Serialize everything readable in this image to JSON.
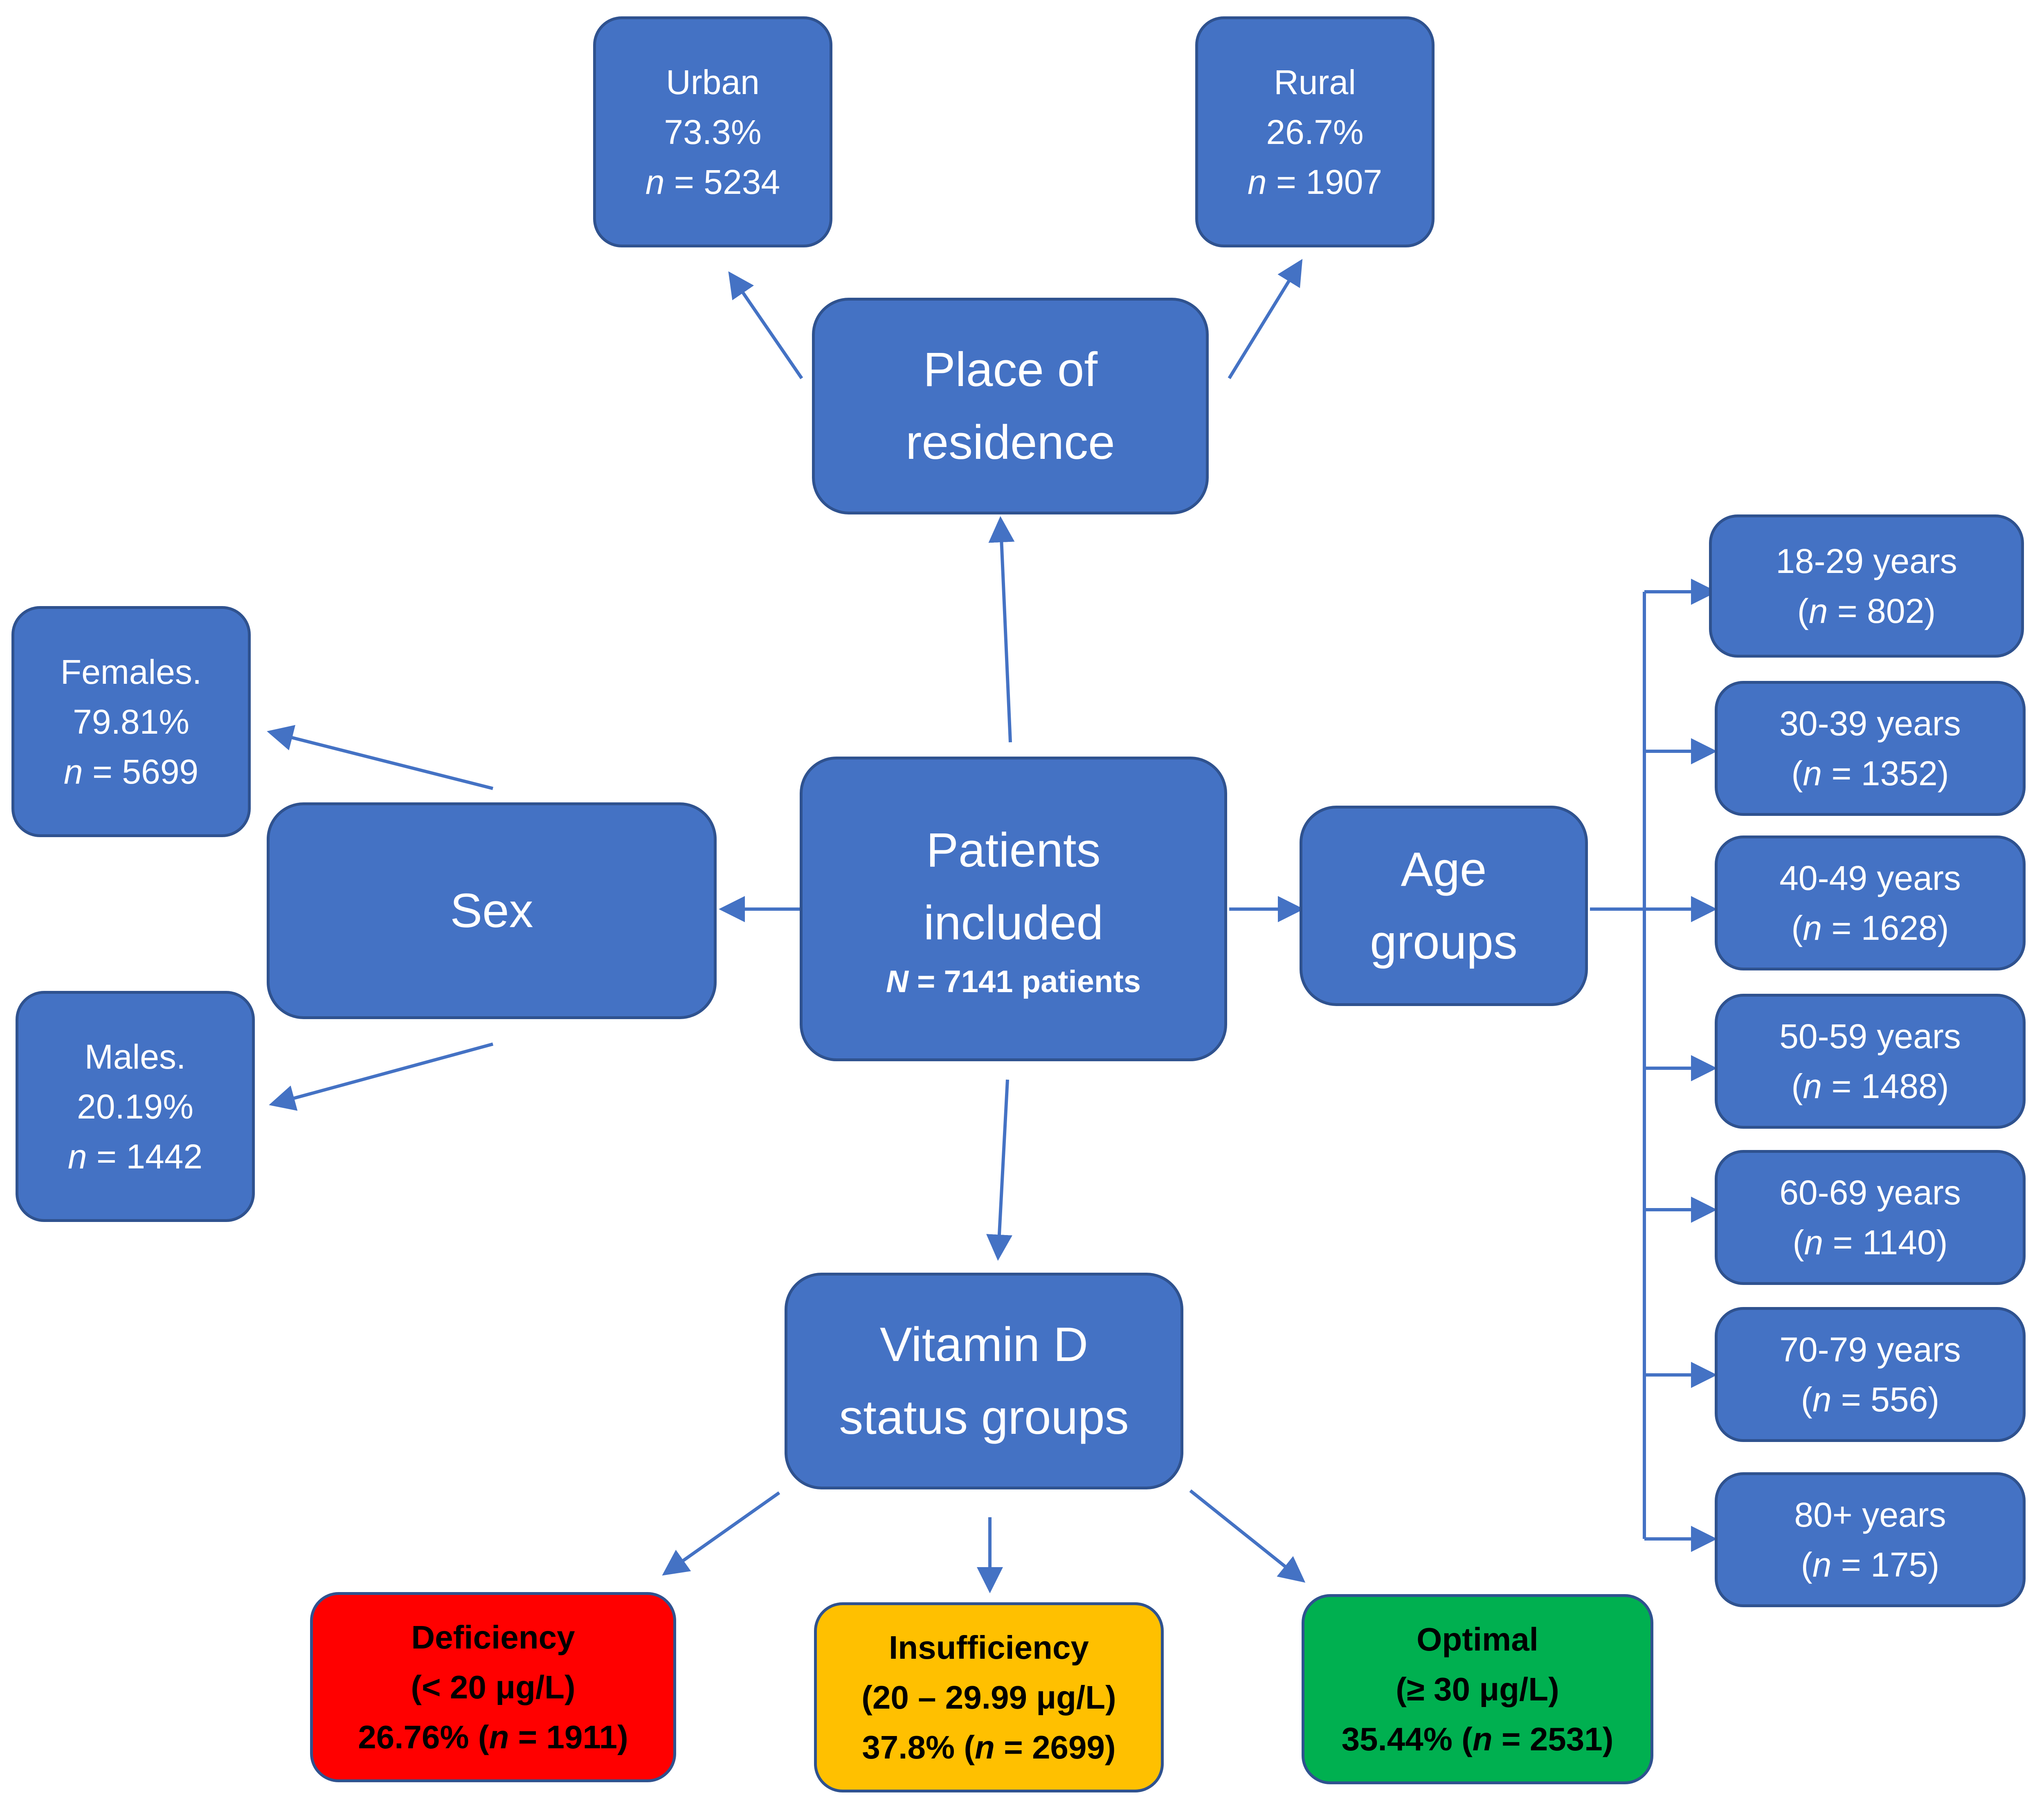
{
  "center": {
    "title_line1": "Patients",
    "title_line2": "included",
    "count_symbol": "N",
    "count_rest": " = 7141 patients"
  },
  "residence": {
    "title_line1": "Place of",
    "title_line2": "residence",
    "urban": {
      "label": "Urban",
      "percent": "73.3%",
      "n_symbol": "n",
      "n_rest": " = 5234"
    },
    "rural": {
      "label": "Rural",
      "percent": "26.7%",
      "n_symbol": "n",
      "n_rest": " = 1907"
    }
  },
  "sex": {
    "title": "Sex",
    "females": {
      "label": "Females.",
      "percent": "79.81%",
      "n_symbol": "n",
      "n_rest": " = 5699"
    },
    "males": {
      "label": "Males.",
      "percent": "20.19%",
      "n_symbol": "n",
      "n_rest": " = 1442"
    }
  },
  "age": {
    "title_line1": "Age",
    "title_line2": "groups",
    "groups": [
      {
        "label": "18-29 years",
        "open": "(",
        "n_symbol": "n",
        "n_rest": " = 802)"
      },
      {
        "label": "30-39 years",
        "open": "(",
        "n_symbol": "n",
        "n_rest": " = 1352)"
      },
      {
        "label": "40-49 years",
        "open": "(",
        "n_symbol": "n",
        "n_rest": " = 1628)"
      },
      {
        "label": "50-59 years",
        "open": "(",
        "n_symbol": "n",
        "n_rest": " = 1488)"
      },
      {
        "label": "60-69 years",
        "open": "(",
        "n_symbol": "n",
        "n_rest": " = 1140)"
      },
      {
        "label": "70-79 years",
        "open": "(",
        "n_symbol": "n",
        "n_rest": " = 556)"
      },
      {
        "label": "80+ years",
        "open": "(",
        "n_symbol": "n",
        "n_rest": " = 175)"
      }
    ]
  },
  "vitamin": {
    "title_line1": "Vitamin D",
    "title_line2": "status groups",
    "deficiency": {
      "label": "Deficiency",
      "range": "(< 20 μg/L)",
      "pct": "26.76% (",
      "n_symbol": "n",
      "n_rest": " = 1911)"
    },
    "insufficiency": {
      "label": "Insufficiency",
      "range": "(20 – 29.99 μg/L)",
      "pct": "37.8% (",
      "n_symbol": "n",
      "n_rest": " = 2699)"
    },
    "optimal": {
      "label": "Optimal",
      "range": "(≥ 30 μg/L)",
      "pct": "35.44% (",
      "n_symbol": "n",
      "n_rest": " = 2531)"
    }
  },
  "colors": {
    "box": "#4472c4",
    "border": "#2f528f",
    "arrow": "#4472c4",
    "deficiency": "#ff0000",
    "insufficiency": "#ffc000",
    "optimal": "#00b050"
  }
}
